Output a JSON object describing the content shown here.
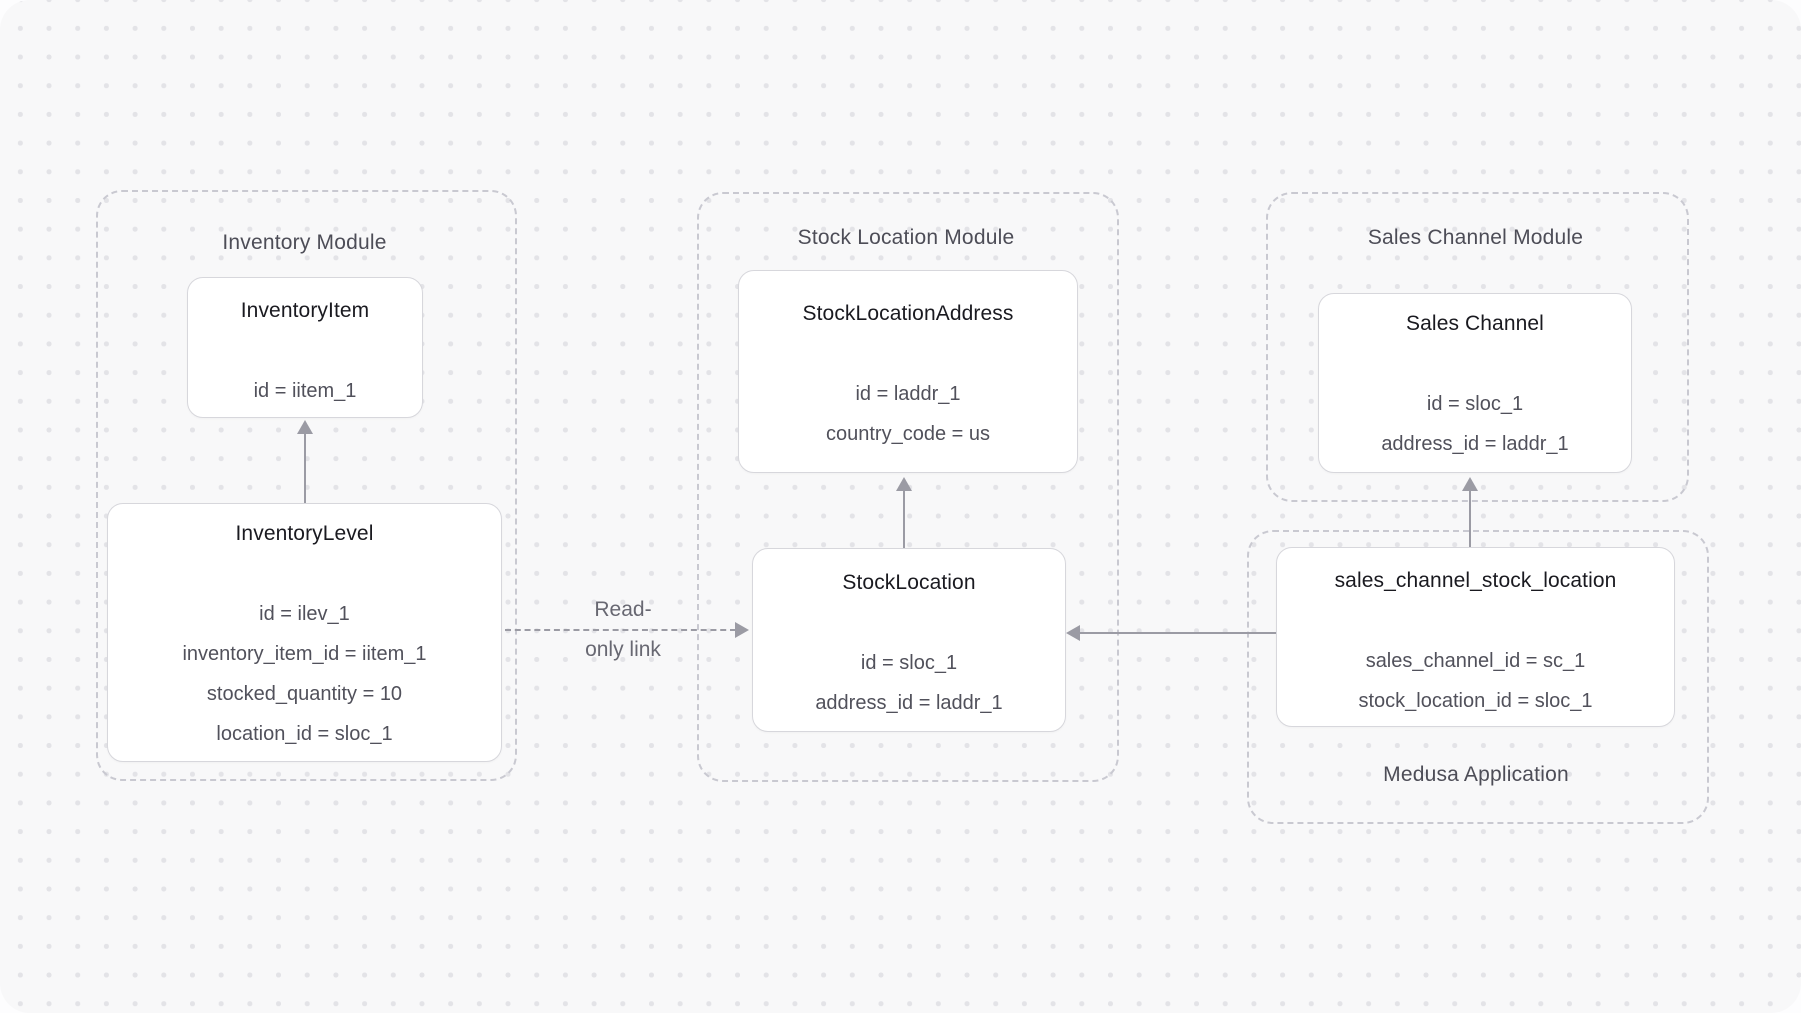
{
  "colors": {
    "panel_background": "#f8f8f9",
    "outer_background": "#fdfdfe",
    "dot_grid": "#e3e3e7",
    "dashed_container_border": "#c9c9d1",
    "entity_border": "#d7d7dc",
    "entity_fill": "#ffffff",
    "title_text": "#1a1a20",
    "attribute_text": "#51515b",
    "module_label_text": "#4d4d57",
    "arrow": "#9b9ba4"
  },
  "modules": {
    "inventory": {
      "label": "Inventory Module"
    },
    "stock_location": {
      "label": "Stock Location Module"
    },
    "sales_channel": {
      "label": "Sales Channel Module"
    },
    "medusa_application": {
      "label": "Medusa Application"
    }
  },
  "entities": {
    "inventory_item": {
      "title": "InventoryItem",
      "attrs": [
        "id = iitem_1"
      ]
    },
    "inventory_level": {
      "title": "InventoryLevel",
      "attrs": [
        "id = ilev_1",
        "inventory_item_id = iitem_1",
        "stocked_quantity = 10",
        "location_id = sloc_1"
      ]
    },
    "stock_location_address": {
      "title": "StockLocationAddress",
      "attrs": [
        "id = laddr_1",
        "country_code = us"
      ]
    },
    "stock_location": {
      "title": "StockLocation",
      "attrs": [
        "id = sloc_1",
        "address_id = laddr_1"
      ]
    },
    "sales_channel": {
      "title": "Sales Channel",
      "attrs": [
        "id = sloc_1",
        "address_id = laddr_1"
      ]
    },
    "sales_channel_stock_location": {
      "title": "sales_channel_stock_location",
      "attrs": [
        "sales_channel_id = sc_1",
        "stock_location_id = sloc_1"
      ]
    }
  },
  "edges": {
    "read_only_link": {
      "line1": "Read-",
      "line2": "only link"
    }
  }
}
